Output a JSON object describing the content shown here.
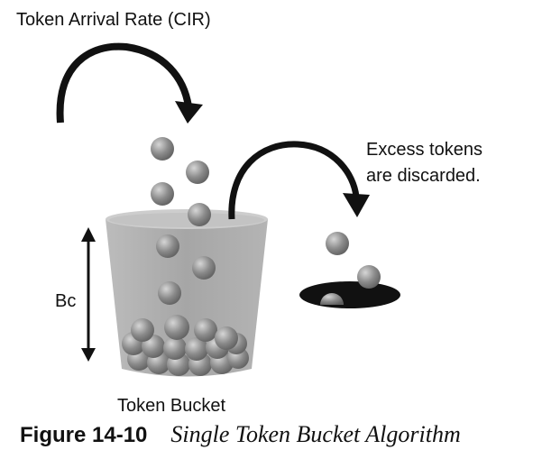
{
  "labels": {
    "arrival_rate": "Token Arrival Rate (CIR)",
    "excess_line1": "Excess tokens",
    "excess_line2": "are discarded.",
    "bc": "Bc",
    "bucket": "Token Bucket"
  },
  "caption": {
    "number": "Figure 14-10",
    "title": "Single Token Bucket Algorithm"
  },
  "colors": {
    "ink": "#111111",
    "bucket_fill": "#a9a9a9",
    "bucket_rim": "#cdcdcd",
    "token_light": "#d6d6d6",
    "token_dark": "#5e5e5e",
    "hole": "#111111"
  },
  "icons": {
    "token": "sphere",
    "arrow": "curved-arrow"
  }
}
